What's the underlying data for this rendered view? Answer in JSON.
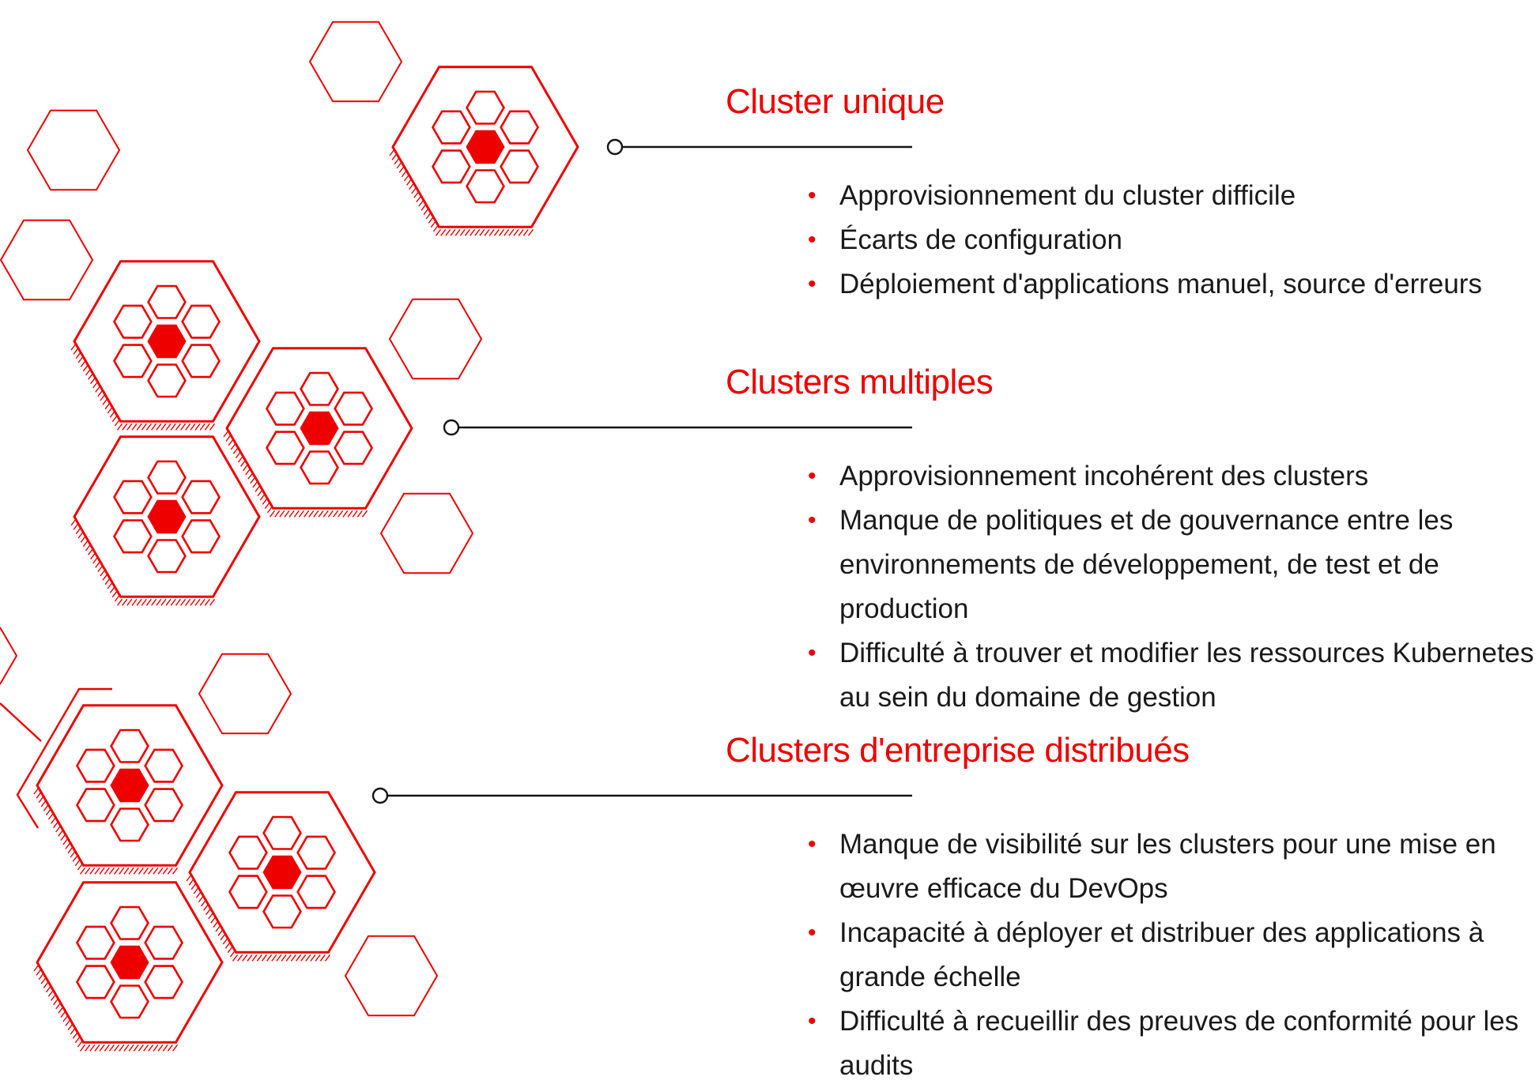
{
  "colors": {
    "accent": "#ee0000",
    "text": "#1a1a1a",
    "line": "#151515"
  },
  "sections": [
    {
      "title": "Cluster unique",
      "items": [
        "Approvisionnement du cluster difficile",
        "Écarts de configuration",
        "Déploiement d'applications manuel, source d'erreurs"
      ]
    },
    {
      "title": "Clusters multiples",
      "items": [
        "Approvisionnement incohérent des clusters",
        "Manque de politiques et de gouvernance entre les environnements de développement, de test et de production",
        "Difficulté à trouver et modifier les ressources Kubernetes au sein du domaine de gestion"
      ]
    },
    {
      "title": "Clusters d'entreprise distribués",
      "items": [
        "Manque de visibilité sur les clusters pour une mise en œuvre efficace du DevOps",
        "Incapacité à déployer et distribuer des applications à grande échelle",
        "Difficulté à recueillir des preuves de conformité pour les audits"
      ]
    }
  ]
}
